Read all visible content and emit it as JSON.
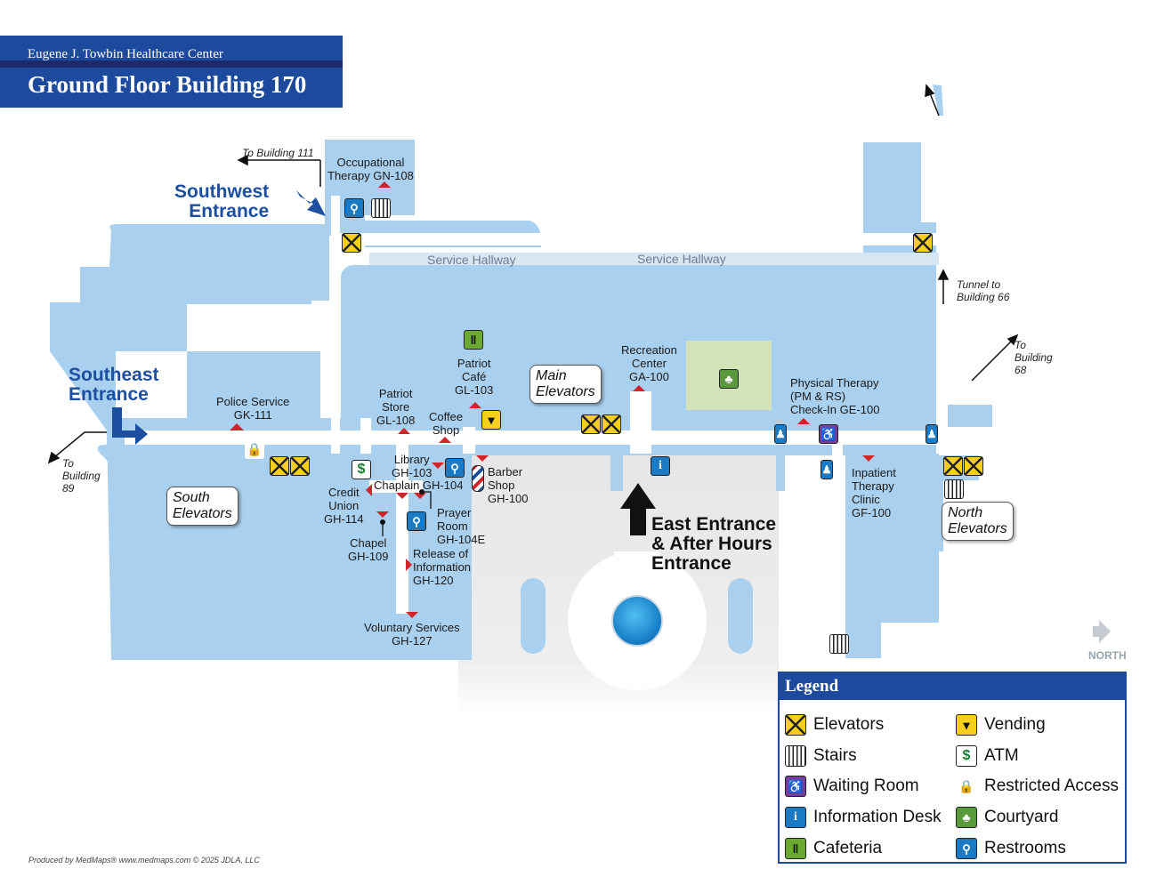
{
  "header": {
    "subtitle": "Eugene J. Towbin Healthcare Center",
    "title": "Ground Floor Building 170"
  },
  "hallways": [
    "Service Hallway",
    "Service Hallway"
  ],
  "entrances": {
    "southwest": "Southwest\nEntrance",
    "southeast": "Southeast\nEntrance",
    "east": "East Entrance\n& After Hours\nEntrance"
  },
  "directions": {
    "to_building_111": "To Building 111",
    "to_building_89": "To\nBuilding\n89",
    "tunnel_66": "Tunnel to\nBuilding 66",
    "to_building_68": "To\nBuilding\n68"
  },
  "callouts": {
    "main_elevators": "Main\nElevators",
    "south_elevators": "South\nElevators",
    "north_elevators": "North\nElevators"
  },
  "rooms": {
    "occupational_therapy": "Occupational\nTherapy GN-108",
    "police_service": "Police Service\nGK-111",
    "patriot_store": "Patriot\nStore\nGL-108",
    "patriot_cafe": "Patriot\nCafé\nGL-103",
    "coffee_shop": "Coffee\nShop",
    "recreation_center": "Recreation\nCenter\nGA-100",
    "physical_therapy": "Physical Therapy\n(PM & RS)\nCheck-In GE-100",
    "library": "Library\nGH-103",
    "chaplain": "Chaplain GH-104",
    "barber_shop": "Barber\nShop\nGH-100",
    "credit_union": "Credit\nUnion\nGH-114",
    "prayer_room": "Prayer\nRoom\nGH-104E",
    "chapel": "Chapel\nGH-109",
    "release_of_information": "Release of\nInformation\nGH-120",
    "voluntary_services": "Voluntary Services\nGH-127",
    "inpatient_therapy": "Inpatient\nTherapy\nClinic\nGF-100"
  },
  "legend": {
    "title": "Legend",
    "items": [
      {
        "icon": "elevator-icon",
        "label": "Elevators"
      },
      {
        "icon": "vending-icon",
        "label": "Vending"
      },
      {
        "icon": "stairs-icon",
        "label": "Stairs"
      },
      {
        "icon": "atm-icon",
        "label": "ATM"
      },
      {
        "icon": "waiting-room-icon",
        "label": "Waiting Room"
      },
      {
        "icon": "restricted-access-icon",
        "label": "Restricted Access"
      },
      {
        "icon": "information-desk-icon",
        "label": "Information Desk"
      },
      {
        "icon": "courtyard-icon",
        "label": "Courtyard"
      },
      {
        "icon": "cafeteria-icon",
        "label": "Cafeteria"
      },
      {
        "icon": "restrooms-icon",
        "label": "Restrooms"
      }
    ]
  },
  "north_label": "NORTH",
  "footer": "Produced by MedMaps®  www.medmaps.com   © 2025 JDLA, LLC",
  "colors": {
    "building": "#a9d0ee",
    "corridor": "#ffffff",
    "header": "#1d4a9c",
    "entrance_text": "#1d4fa0",
    "elevator": "#f5cf1c",
    "courtyard": "#d2e3b8"
  }
}
